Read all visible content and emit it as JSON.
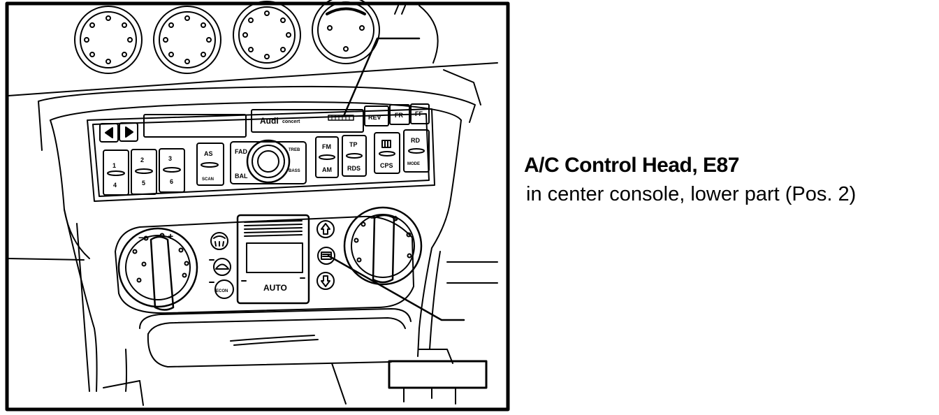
{
  "caption": {
    "title": "A/C Control Head, E87",
    "subtitle": "in center console, lower part (Pos. 2)"
  },
  "radio": {
    "brand": "Audi",
    "model": "concert",
    "buttons": {
      "rev": "REV",
      "fr": "FR",
      "ff": "FF",
      "preset1": "1",
      "preset2": "2",
      "preset3": "3",
      "preset4": "4",
      "preset5": "5",
      "preset6": "6",
      "as": "AS",
      "scan": "SCAN",
      "fad": "FAD",
      "bal": "BAL",
      "treb": "TREB",
      "bass": "BASS",
      "fm": "FM",
      "am": "AM",
      "tp": "TP",
      "rds": "RDS",
      "cps": "CPS",
      "rd": "RD",
      "mode": "MODE"
    }
  },
  "climate": {
    "auto_label": "AUTO",
    "econ_label": "ECON",
    "dial_minus": "−",
    "dial_plus": "+"
  }
}
